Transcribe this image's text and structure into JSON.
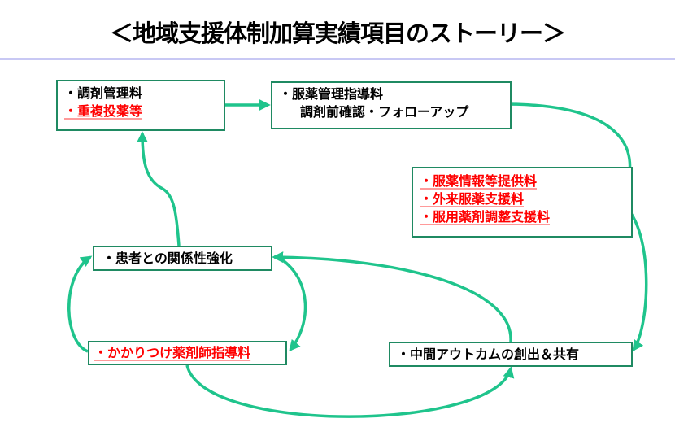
{
  "title": "＜地域支援体制加算実績項目のストーリー＞",
  "boxes": {
    "dispensing": {
      "line1": "・調剤管理料",
      "line2": "・重複投薬等"
    },
    "guidance": {
      "line1": "・服薬管理指導料",
      "line2": "調剤前確認・フォローアップ"
    },
    "support": {
      "line1": "・服薬情報等提供料",
      "line2": "・外来服薬支援料",
      "line3": "・服用薬剤調整支援料"
    },
    "relationship": {
      "line1": "・患者との関係性強化"
    },
    "family_pharmacist": {
      "line1": "・かかりつけ薬剤師指導料"
    },
    "outcome": {
      "line1": "・中間アウトカムの創出＆共有"
    }
  },
  "colors": {
    "box_border": "#1f8a62",
    "arrow": "#1fc48c",
    "highlight": "#ff0000"
  }
}
